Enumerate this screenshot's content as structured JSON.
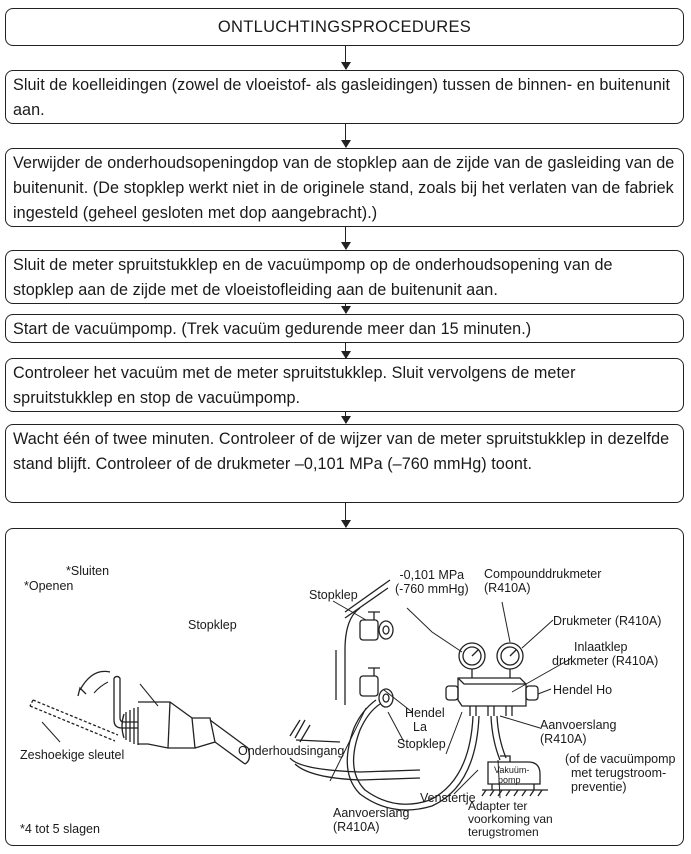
{
  "title": "ONTLUCHTINGSPROCEDURES",
  "steps": [
    "Sluit de koelleidingen (zowel de vloeistof- als gasleidingen) tussen de binnen- en buitenunit aan.",
    "Verwijder de onderhoudsopeningdop van de stopklep aan de zijde van de gasleiding van de buitenunit. (De stopklep werkt niet in de originele stand, zoals bij het verlaten van de fabriek ingesteld (geheel gesloten met dop aangebracht).)",
    "Sluit de meter spruitstukklep en de vacuümpomp op de onderhoudsopening van de stopklep aan de zijde met de vloeistofleiding aan de buitenunit aan.",
    "Start de vacuümpomp. (Trek vacuüm gedurende meer dan 15 minuten.)",
    "Controleer het vacuüm met de meter spruitstukklep. Sluit vervolgens de meter spruitstukklep en stop de vacuümpomp.",
    "Wacht één of twee minuten. Controleer of de wijzer van de meter spruitstukklep in dezelfde stand blijft. Controleer of de drukmeter –0,101 MPa (–760 mmHg) toont."
  ],
  "illustration": {
    "left": {
      "openen": "*Openen",
      "sluiten": "*Sluiten",
      "stopklep": "Stopklep",
      "sleutel": "Zeshoekige sleutel",
      "slagen": "*4 tot 5 slagen"
    },
    "right": {
      "stopklep_top": "Stopklep",
      "pressure_line1": "-0,101 MPa",
      "pressure_line2": "(-760 mmHg)",
      "compound_line1": "Compounddrukmeter",
      "compound_line2": "(R410A)",
      "drukmeter": "Drukmeter (R410A)",
      "inlaat_line1": "Inlaatklep",
      "inlaat_line2": "drukmeter (R410A)",
      "hendel_ho": "Hendel Ho",
      "hendel_la_line1": "Hendel",
      "hendel_la_line2": "La",
      "stopklep_bottom": "Stopklep",
      "aanvoer_right_line1": "Aanvoerslang",
      "aanvoer_right_line2": "(R410A)",
      "onderhoud": "Onderhoudsingang",
      "pump_line1": "Vakuüm-",
      "pump_line2": "pomp",
      "pump_note_line1": "(of de vacuümpomp",
      "pump_note_line2": "met terugstroom-",
      "pump_note_line3": "preventie)",
      "venstertje": "Venstertje",
      "adapter_line1": "Adapter ter",
      "adapter_line2": "voorkoming van",
      "adapter_line3": "terugstromen",
      "aanvoer_bottom_line1": "Aanvoerslang",
      "aanvoer_bottom_line2": "(R410A)"
    }
  }
}
